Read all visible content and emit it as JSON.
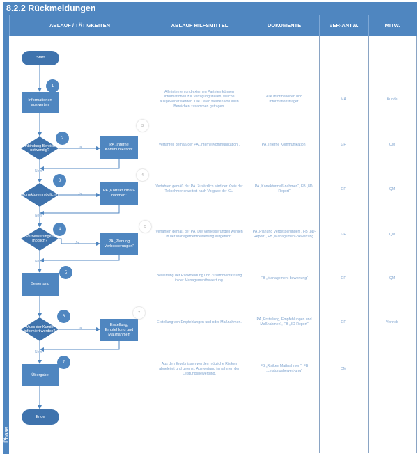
{
  "title": "8.2.2 Rückmeldungen",
  "headers": [
    "ABLAUF / TÄTIGKEITEN",
    "ABLAUF HILFSMITTEL",
    "DOKUMENTE",
    "VER-ANTW.",
    "MITW."
  ],
  "phase_label": "Phase",
  "flow": {
    "start": "Start",
    "end": "Ende",
    "steps": [
      "Informationen auswerten",
      "Bewertung",
      "Übergabe"
    ],
    "decisions": [
      "Einbindung Bereiche notwendig?",
      "Korrekturen möglich?",
      "Verbesserungen möglich?",
      "Muss der Kunde informiert werden?"
    ],
    "side_boxes": [
      "PA „Interne Kommunikation“",
      "PA „Korrekturmaß-nahmen“",
      "PA „Planung Verbesserungen“",
      "Erstellung, Empfehlung und Maßnahmen"
    ],
    "yes": "Ja",
    "no": "Nein",
    "numbers": [
      "1",
      "2",
      "3",
      "4",
      "5",
      "6",
      "7"
    ],
    "ref_numbers": [
      "3",
      "4",
      "5",
      "7"
    ]
  },
  "rows": [
    {
      "hilfsmittel": "Alle internen und externen Parteien können Informationen zur Verfügung stellen, welche ausgewertet werden. Die Daten werden von allen Bereichen zusammen getragen.",
      "dokumente": "Alle Informationen und Informationsträger.",
      "verantw": "MA",
      "mitw": "Kunde"
    },
    {
      "hilfsmittel": "Verfahren gemäß der PA „Interne Kommunikation“.",
      "dokumente": "PA „Interne Kommunikation“",
      "verantw": "GF",
      "mitw": "QM"
    },
    {
      "hilfsmittel": "Verfahren gemäß der PA. Zusätzlich wird der Kreis der Teilnehmer erweitert nach Vorgabe der GL.",
      "dokumente": "PA „Korrekturmaß-nahmen“, FB „8D-Report“",
      "verantw": "GF",
      "mitw": "QM"
    },
    {
      "hilfsmittel": "Verfahren gemäß der PA. Die Verbesserungen werden in der Managementbewertung aufgeführt.",
      "dokumente": "PA „Planung Verbesserungen“, FB „8D-Report“, FB „Management-bewertung“",
      "verantw": "GF",
      "mitw": "QM"
    },
    {
      "hilfsmittel": "Bewertung der Rückmeldung und Zusammenfassung in der Managementbewertung.",
      "dokumente": "FB „Management-bewertung“",
      "verantw": "GF",
      "mitw": "QM"
    },
    {
      "hilfsmittel": "Erstellung von Empfehlungen und oder Maßnahmen.",
      "dokumente": "PA „Erstellung, Empfehlungen und Maßnahmen“, FB „8D-Report“",
      "verantw": "GF",
      "mitw": "Vertrieb"
    },
    {
      "hilfsmittel": "Aus den Ergebnissen werden mögliche Risiken abgeleitet und gelenkt. Auswertung im rahmen der Leistungsbewertung.",
      "dokumente": "FB „Risiken Maßnahmen“, FB „Leistungsbewert-ung“",
      "verantw": "QM",
      "mitw": ""
    }
  ]
}
